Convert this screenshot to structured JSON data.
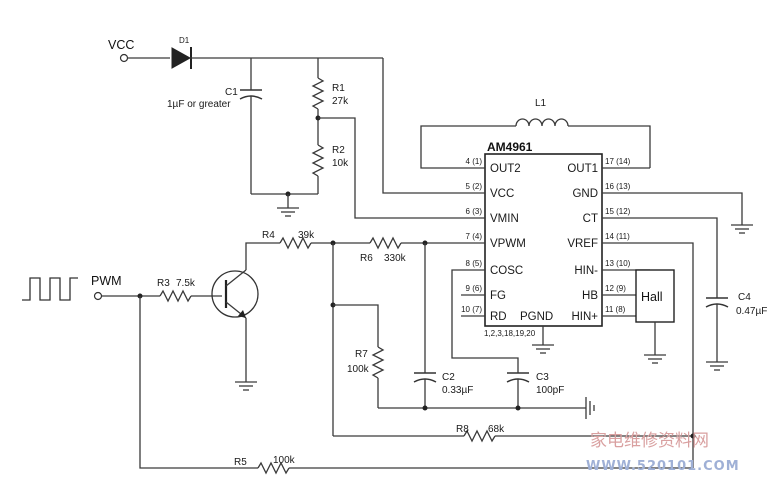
{
  "ic": {
    "name": "AM4961",
    "pins_left": [
      {
        "num": "4 (1)",
        "name": "OUT2"
      },
      {
        "num": "5 (2)",
        "name": "VCC"
      },
      {
        "num": "6 (3)",
        "name": "VMIN"
      },
      {
        "num": "7 (4)",
        "name": "VPWM"
      },
      {
        "num": "8 (5)",
        "name": "COSC"
      },
      {
        "num": "9 (6)",
        "name": "FG"
      },
      {
        "num": "10 (7)",
        "name": "RD"
      }
    ],
    "pins_right": [
      {
        "num": "17 (14)",
        "name": "OUT1"
      },
      {
        "num": "16 (13)",
        "name": "GND"
      },
      {
        "num": "15 (12)",
        "name": "CT"
      },
      {
        "num": "14 (11)",
        "name": "VREF"
      },
      {
        "num": "13 (10)",
        "name": "HIN-"
      },
      {
        "num": "12 (9)",
        "name": "HB"
      },
      {
        "num": "11 (8)",
        "name": "HIN+"
      }
    ],
    "pgnd_label": "PGND",
    "pgnd_pins": "1,2,3,18,19,20"
  },
  "hall": "Hall",
  "nets": {
    "vcc": "VCC",
    "pwm": "PWM"
  },
  "components": {
    "d1": "D1",
    "c1_name": "C1",
    "c1_value": "1µF or greater",
    "r1_name": "R1",
    "r1_value": "27k",
    "r2_name": "R2",
    "r2_value": "10k",
    "l1": "L1",
    "r4_name": "R4",
    "r4_value": "39k",
    "r6_name": "R6",
    "r6_value": "330k",
    "r3_name": "R3",
    "r3_value": "7.5k",
    "r7_name": "R7",
    "r7_value": "100k",
    "c2_name": "C2",
    "c2_value": "0.33µF",
    "c3_name": "C3",
    "c3_value": "100pF",
    "c4_name": "C4",
    "c4_value": "0.47µF",
    "r8_name": "R8",
    "r8_value": "68k",
    "r5_name": "R5",
    "r5_value": "100k"
  },
  "watermark": {
    "line1": "家电维修资料网",
    "line2": "WWW.520101.COM"
  }
}
